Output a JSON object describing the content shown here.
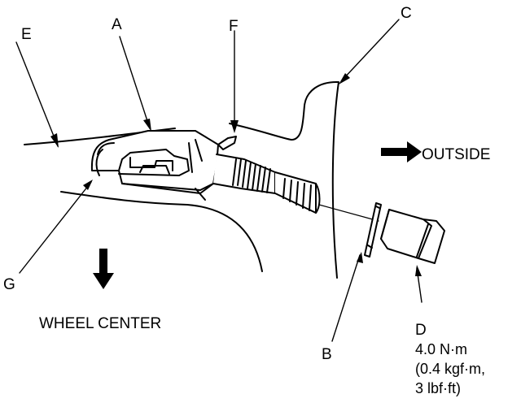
{
  "callouts": {
    "a": "A",
    "b": "B",
    "c": "C",
    "d": "D",
    "e": "E",
    "f": "F",
    "g": "G"
  },
  "directions": {
    "outside": "OUTSIDE",
    "wheel_center": "WHEEL CENTER"
  },
  "torque_spec": {
    "line1": "4.0 N·m",
    "line2": "(0.4 kgf·m,",
    "line3": "3 lbf·ft)"
  }
}
